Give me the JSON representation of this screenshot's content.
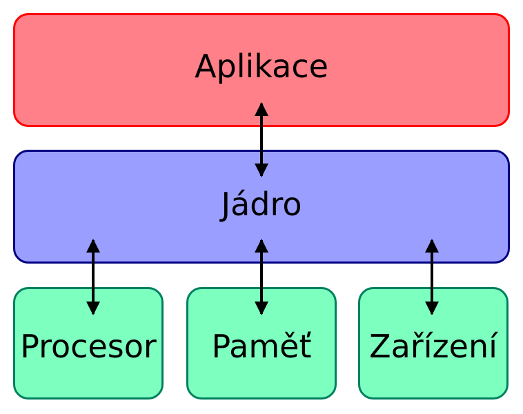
{
  "layers": {
    "application": {
      "label": "Aplikace",
      "fill": "#ff8088",
      "stroke": "#ff0000"
    },
    "kernel": {
      "label": "Jádro",
      "fill": "#9a9eff",
      "stroke": "#000080"
    },
    "hardware": [
      {
        "label": "Procesor",
        "fill": "#7dffbf",
        "stroke": "#008060"
      },
      {
        "label": "Paměť",
        "fill": "#7dffbf",
        "stroke": "#008060"
      },
      {
        "label": "Zařízení",
        "fill": "#7dffbf",
        "stroke": "#008060"
      }
    ]
  },
  "arrow_color": "#000000"
}
